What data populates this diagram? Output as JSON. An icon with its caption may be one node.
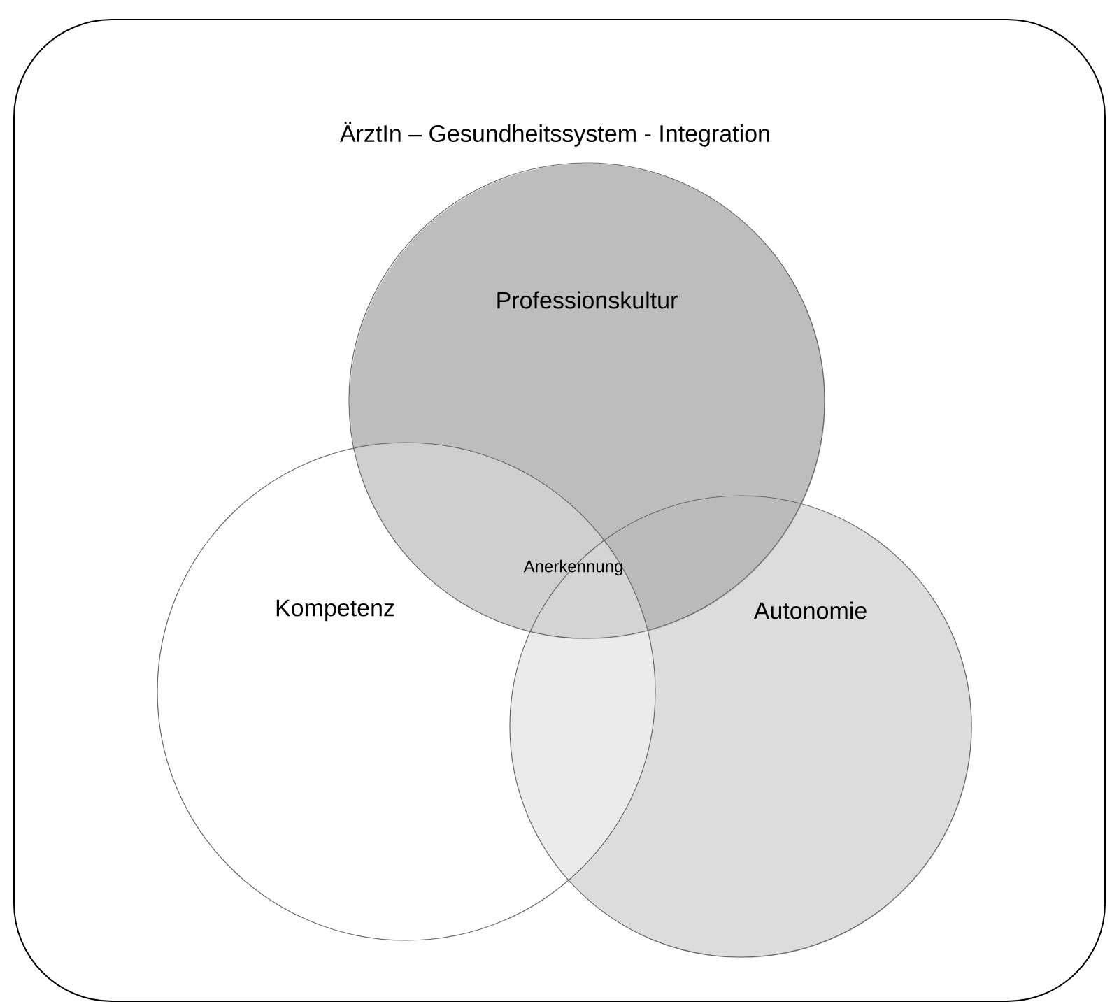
{
  "diagram": {
    "nodes": [
      {
        "text": [
          "ÄrztIn – Gesundheitssystem - Integration"
        ]
      },
      {
        "text": [
          "Professionskultur"
        ],
        "in": 0
      },
      {
        "text": [
          "Kompetenz"
        ],
        "in": 0
      },
      {
        "text": [
          "Autonomie"
        ],
        "in": 0
      }
    ],
    "labels": [
      "Anerkennung"
    ]
  }
}
